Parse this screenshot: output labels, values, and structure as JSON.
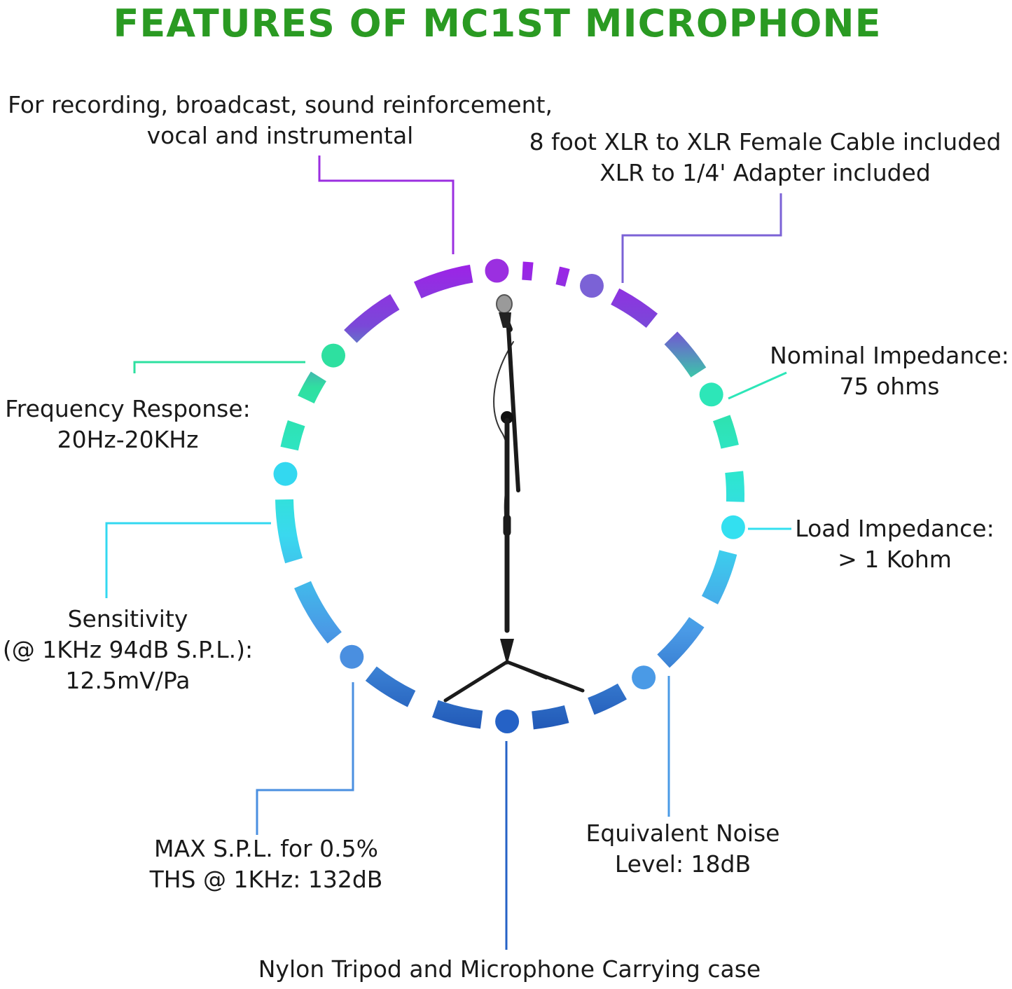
{
  "title": "FEATURES OF MC1ST MICROPHONE",
  "colors": {
    "title": "#2a9a22",
    "purple": "#9b2fe0",
    "violet": "#7b62d6",
    "green": "#2ee0a0",
    "teal": "#2de6cf",
    "cyan": "#33d4ee",
    "sky": "#55a8ec",
    "blue": "#2a6fd0",
    "navy": "#205ab8"
  },
  "features": [
    {
      "id": "applications",
      "lines": [
        "For recording, broadcast, sound reinforcement,",
        "vocal and instrumental"
      ],
      "dot_color": "#9b2fe0"
    },
    {
      "id": "cable",
      "lines": [
        "8 foot XLR to XLR Female Cable included",
        "XLR to 1/4' Adapter included"
      ],
      "dot_color": "#7b62d6"
    },
    {
      "id": "nominal-impedance",
      "lines": [
        "Nominal Impedance:",
        "75 ohms"
      ],
      "dot_color": "#2de6b8"
    },
    {
      "id": "load-impedance",
      "lines": [
        "Load Impedance:",
        "> 1 Kohm"
      ],
      "dot_color": "#33e0f0"
    },
    {
      "id": "noise-level",
      "lines": [
        "Equivalent Noise",
        "Level: 18dB"
      ],
      "dot_color": "#4a9ae6"
    },
    {
      "id": "tripod-case",
      "lines": [
        "Nylon Tripod and Microphone Carrying case"
      ],
      "dot_color": "#2562c6"
    },
    {
      "id": "max-spl",
      "lines": [
        "MAX S.P.L. for 0.5%",
        "THS @ 1KHz: 132dB"
      ],
      "dot_color": "#4a8fe0"
    },
    {
      "id": "sensitivity",
      "lines": [
        "Sensitivity",
        "(@ 1KHz 94dB S.P.L.):",
        "12.5mV/Pa"
      ],
      "dot_color": "#33d8f0"
    },
    {
      "id": "frequency-response",
      "lines": [
        "Frequency Response:",
        "20Hz-20KHz"
      ],
      "dot_color": "#2ee0a0"
    }
  ]
}
